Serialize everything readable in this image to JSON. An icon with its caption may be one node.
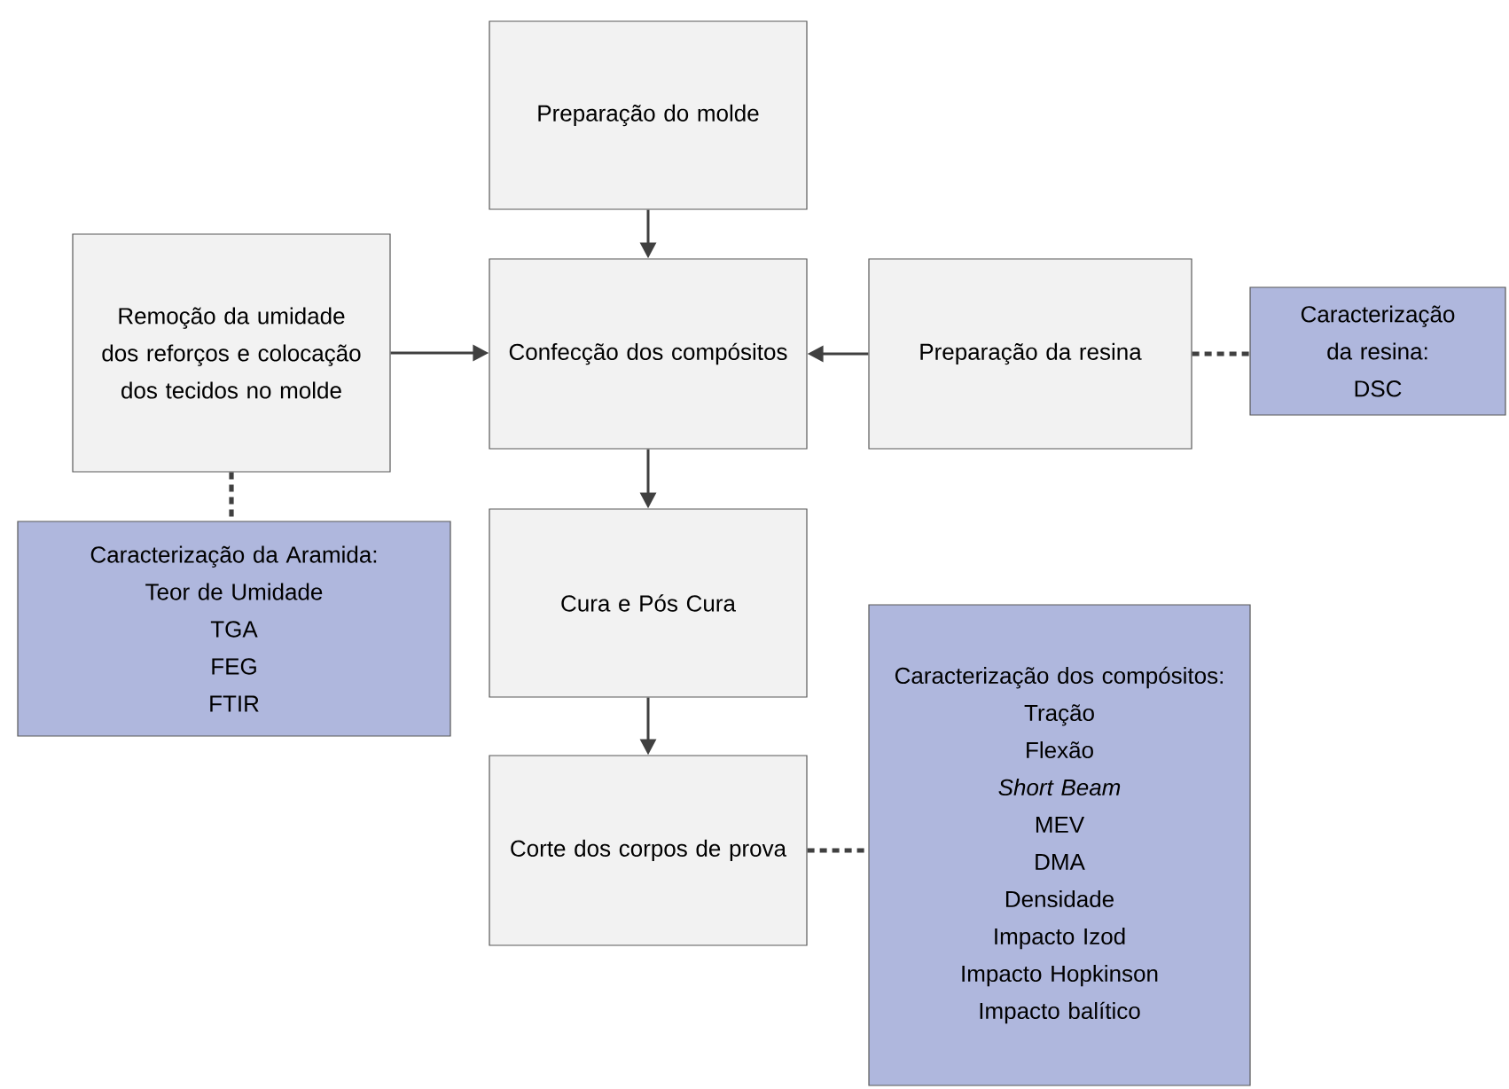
{
  "diagram": {
    "nodes": [
      {
        "text": [
          "Preparação do molde"
        ]
      },
      {
        "text": [
          "Remoção da umidade dos reforços e colocação dos tecidos no molde"
        ]
      },
      {
        "text": [
          "Confecção dos compósitos"
        ]
      },
      {
        "text": [
          "Preparação da resina"
        ]
      },
      {
        "text": [
          "Caracterização da resina:",
          "DSC"
        ]
      },
      {
        "text": [
          "Caracterização da Aramida:",
          "Teor de Umidade",
          "TGA",
          "FEG",
          "FTIR"
        ]
      },
      {
        "text": [
          "Cura e Pós Cura"
        ]
      },
      {
        "text": [
          "Corte dos corpos de prova"
        ]
      },
      {
        "text": [
          "Caracterização dos compósitos:",
          "Tração",
          "Flexão",
          "*Short Beam*",
          "MEV",
          "DMA",
          "Densidade",
          "Impacto Izod",
          "Impacto Hopkinson",
          "Impacto balítico"
        ]
      }
    ],
    "edges": [
      {
        "from": 0,
        "to": 2,
        "arrow": "to"
      },
      {
        "from": 1,
        "to": 2,
        "arrow": "to"
      },
      {
        "from": 3,
        "to": 2,
        "arrow": "to"
      },
      {
        "from": 3,
        "to": 4,
        "arrow": "none",
        "style": "dashed"
      },
      {
        "from": 1,
        "to": 5,
        "arrow": "none",
        "style": "dashed"
      },
      {
        "from": 2,
        "to": 6,
        "arrow": "to"
      },
      {
        "from": 6,
        "to": 7,
        "arrow": "to"
      },
      {
        "from": 7,
        "to": 8,
        "arrow": "none",
        "style": "dashed"
      }
    ]
  }
}
